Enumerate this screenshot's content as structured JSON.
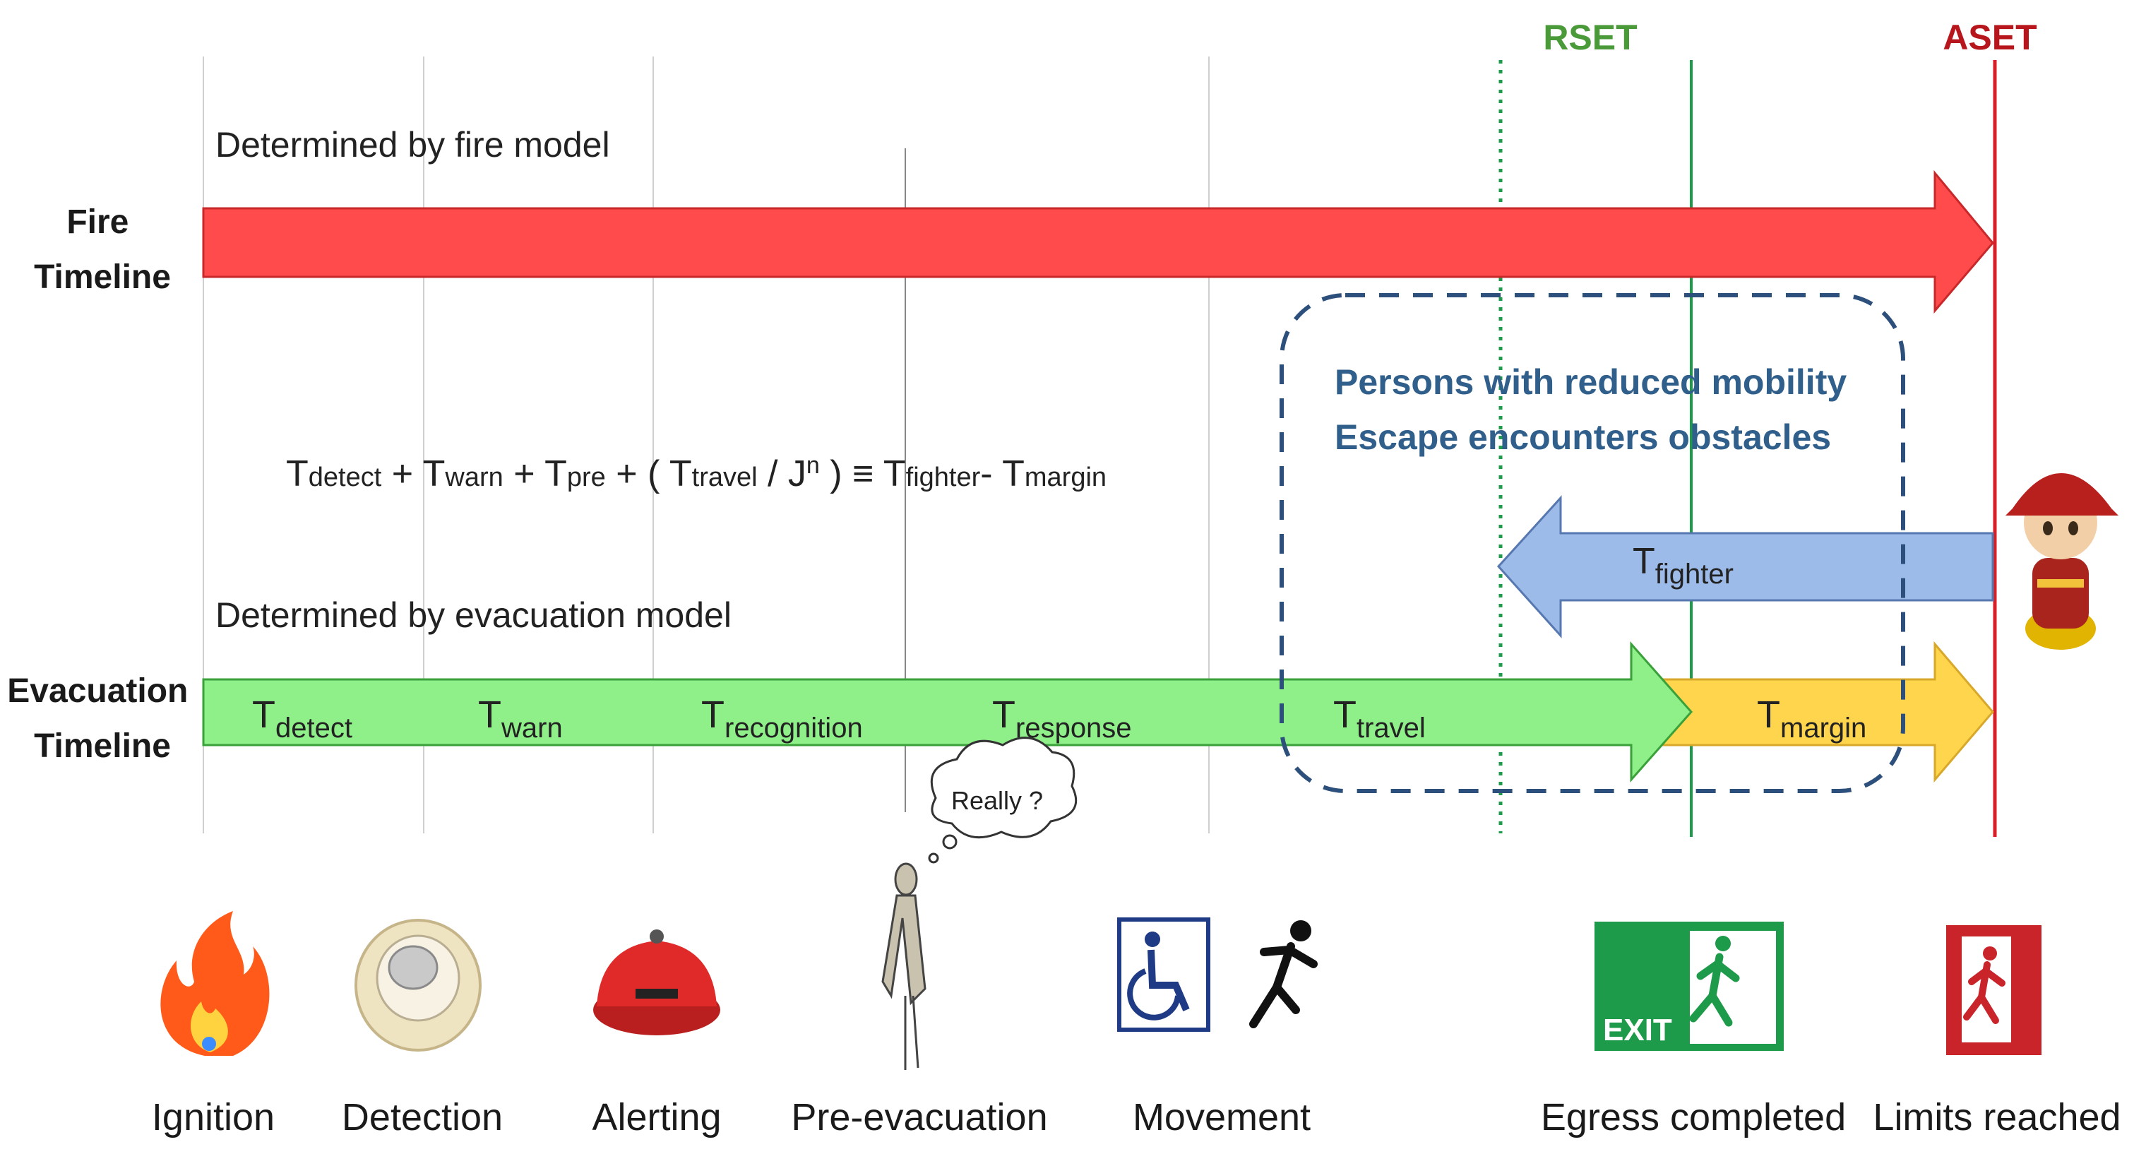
{
  "markers": {
    "rset": "RSET",
    "aset": "ASET"
  },
  "fire": {
    "label_line1": "Fire",
    "label_line2": "Timeline",
    "caption": "Determined by fire model"
  },
  "evacuation": {
    "label_line1": "Evacuation",
    "label_line2": "Timeline",
    "caption": "Determined by evacuation model",
    "segments": [
      {
        "main": "T",
        "sub": "detect"
      },
      {
        "main": "T",
        "sub": "warn"
      },
      {
        "main": "T",
        "sub": "recognition"
      },
      {
        "main": "T",
        "sub": "response"
      },
      {
        "main": "T",
        "sub": "travel"
      }
    ],
    "margin": {
      "main": "T",
      "sub": "margin"
    }
  },
  "fighter": {
    "main": "T",
    "sub": "fighter"
  },
  "equation": {
    "t1": "T",
    "s1": "detect",
    "op1": " + ",
    "t2": "T",
    "s2": "warn",
    "op2": " + ",
    "t3": "T",
    "s3": "pre",
    "op3": " + ( ",
    "t4": "T",
    "s4": "travel",
    "op4": " / J",
    "sup": "n",
    "op5": " ) ≡ ",
    "t5": "T",
    "s5": "fighter",
    "op6": "- ",
    "t6": "T",
    "s6": "margin"
  },
  "obstacles_box": {
    "line1": "Persons with reduced mobility",
    "line2": "Escape encounters obstacles"
  },
  "thought_bubble": "Really ?",
  "exit_sign_text": "EXIT",
  "stages": [
    {
      "label": "Ignition",
      "icon": "fire-icon"
    },
    {
      "label": "Detection",
      "icon": "smoke-detector-icon"
    },
    {
      "label": "Alerting",
      "icon": "alarm-bell-icon"
    },
    {
      "label": "Pre-evacuation",
      "icon": "thinking-person-icon"
    },
    {
      "label": "Movement",
      "icon": "wheelchair-and-runner-icon"
    },
    {
      "label": "Egress completed",
      "icon": "exit-sign-icon"
    },
    {
      "label": "Limits reached",
      "icon": "red-exit-sign-icon"
    }
  ],
  "colors": {
    "fire_arrow": "#ff4b4b",
    "evac_arrow": "#8ff08a",
    "margin_arrow": "#ffd54d",
    "fighter_arrow": "#9dbbe8",
    "rset": "#1e9b4a",
    "aset": "#d81f26",
    "box": "#2d4f7c",
    "box_text": "#2f5f8a"
  }
}
